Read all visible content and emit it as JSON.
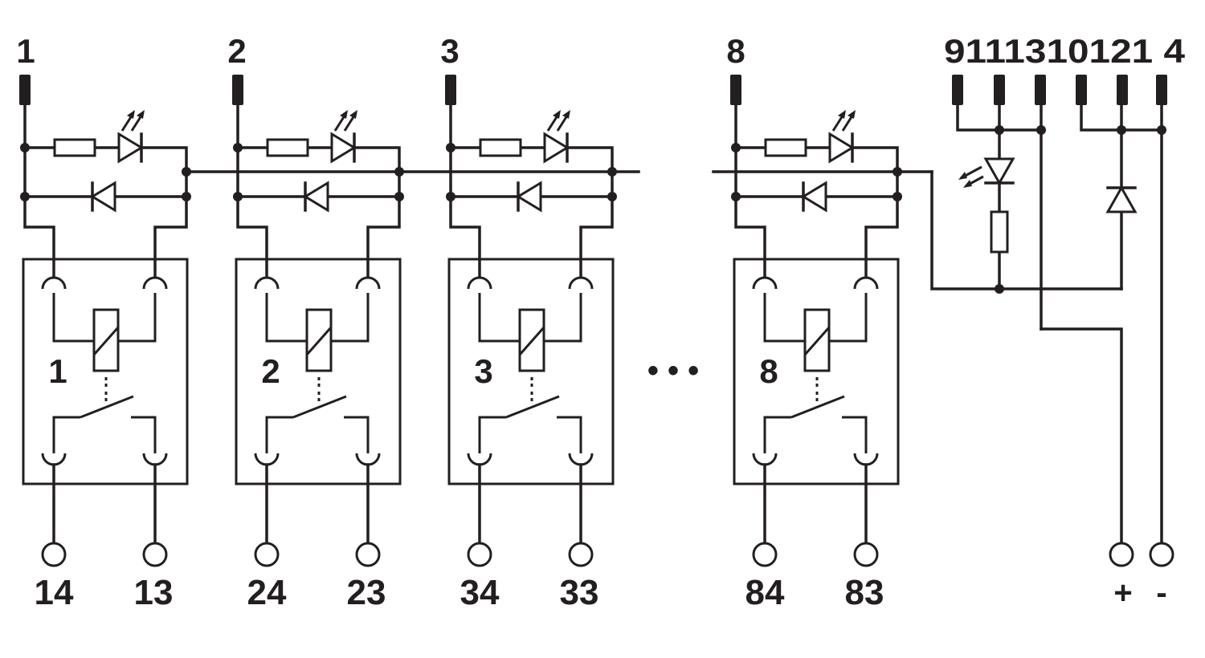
{
  "diagram": {
    "colors": {
      "line": "#231f20",
      "background": "#ffffff"
    },
    "top_terminals": [
      "1",
      "2",
      "3",
      "8"
    ],
    "right_terminals_label": "9111310121 4",
    "right_terminals": [
      "9",
      "11",
      "13",
      "10",
      "12",
      "14"
    ],
    "relays": [
      {
        "number": "1",
        "out_left": "14",
        "out_right": "13"
      },
      {
        "number": "2",
        "out_left": "24",
        "out_right": "23"
      },
      {
        "number": "3",
        "out_left": "34",
        "out_right": "33"
      },
      {
        "number": "8",
        "out_left": "84",
        "out_right": "83"
      }
    ],
    "supply": {
      "plus": "+",
      "minus": "-"
    },
    "ellipsis": "• • •",
    "icons": [
      "led-icon",
      "diode-icon",
      "resistor-icon",
      "relay-coil-icon",
      "contact-switch-icon",
      "terminal-pin-icon",
      "screw-terminal-icon"
    ]
  }
}
